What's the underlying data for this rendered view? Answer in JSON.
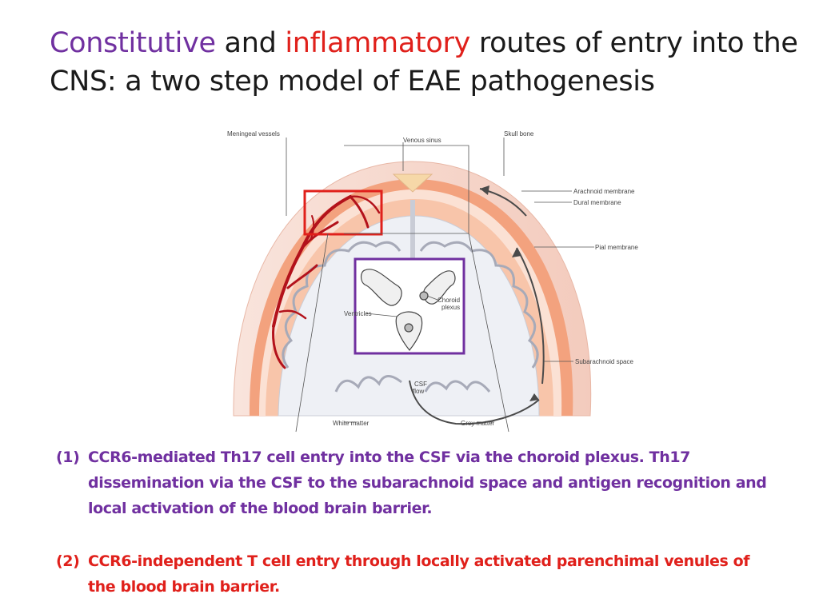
{
  "slide": {
    "title": {
      "word1": "Constitutive",
      "word2": " and ",
      "word3": "inflammatory",
      "rest": " routes of entry into the CNS: a two step model of EAE pathogenesis"
    },
    "figure_labels": {
      "meningeal_vessels": "Meningeal vessels",
      "venous_sinus": "Venous sinus",
      "skull_bone": "Skull bone",
      "arachnoid_membrane": "Arachnoid membrane",
      "dural_membrane": "Dural membrane",
      "pial_membrane": "Pial membrane",
      "choroid": "Choroid",
      "plexus": "plexus",
      "ventricles": "Ventricles",
      "subarachnoid_space": "Subarachnoid space",
      "csf": "CSF",
      "flow": "flow",
      "white_matter": "White matter",
      "grey_matter": "Grey matter"
    },
    "notes": [
      {
        "number": "(1)",
        "text": "CCR6-mediated Th17 cell entry into the CSF via the choroid plexus. Th17 dissemination via the CSF to the subarachnoid space and antigen recognition and local activation of the blood brain barrier."
      },
      {
        "number": "(2)",
        "text": "CCR6-independent T cell entry through locally activated parenchimal venules of the blood brain barrier."
      }
    ],
    "colors": {
      "purple": "#7030A0",
      "red": "#E0201B",
      "vessel": "#B3121B",
      "dura": "#F2A27E",
      "skull": "#F6D3C6"
    }
  }
}
